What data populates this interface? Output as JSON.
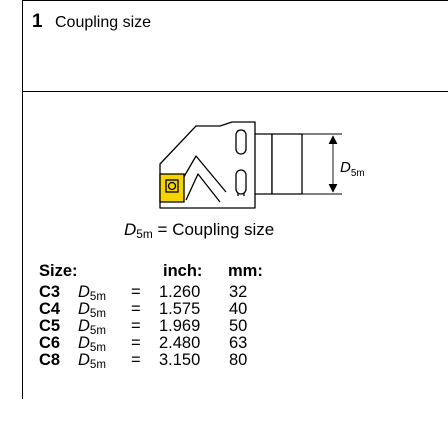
{
  "header": {
    "number": "1",
    "title": "Coupling size"
  },
  "diagram": {
    "dimension_symbol": "D",
    "dimension_subscript": "5m"
  },
  "caption": {
    "symbol": "D",
    "subscript": "5m",
    "text": "= Coupling size"
  },
  "table": {
    "headers": {
      "size": "Size:",
      "inch": "inch:",
      "mm": "mm:"
    },
    "rows": [
      {
        "code": "C3",
        "symbol": "D",
        "subscript": "5m",
        "eq": "=",
        "inch": "1.260",
        "mm": "32"
      },
      {
        "code": "C4",
        "symbol": "D",
        "subscript": "5m",
        "eq": "=",
        "inch": "1.575",
        "mm": "40"
      },
      {
        "code": "C5",
        "symbol": "D",
        "subscript": "5m",
        "eq": "=",
        "inch": "1.969",
        "mm": "50"
      },
      {
        "code": "C6",
        "symbol": "D",
        "subscript": "5m",
        "eq": "=",
        "inch": "2.480",
        "mm": "63"
      },
      {
        "code": "C8",
        "symbol": "D",
        "subscript": "5m",
        "eq": "=",
        "inch": "3.150",
        "mm": "80"
      }
    ]
  },
  "colors": {
    "accent": "#f5d400",
    "line": "#000000"
  }
}
